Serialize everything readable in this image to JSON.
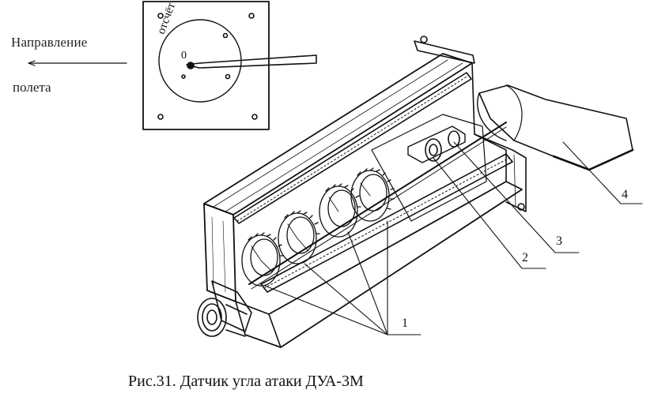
{
  "direction_label_line1": "Направление",
  "direction_label_line2": "полета",
  "dial_label": "отсчёт",
  "dial_zero": "0",
  "callouts": [
    "1",
    "2",
    "3",
    "4"
  ],
  "caption": "Рис.31. Датчик угла атаки ДУА-3М"
}
